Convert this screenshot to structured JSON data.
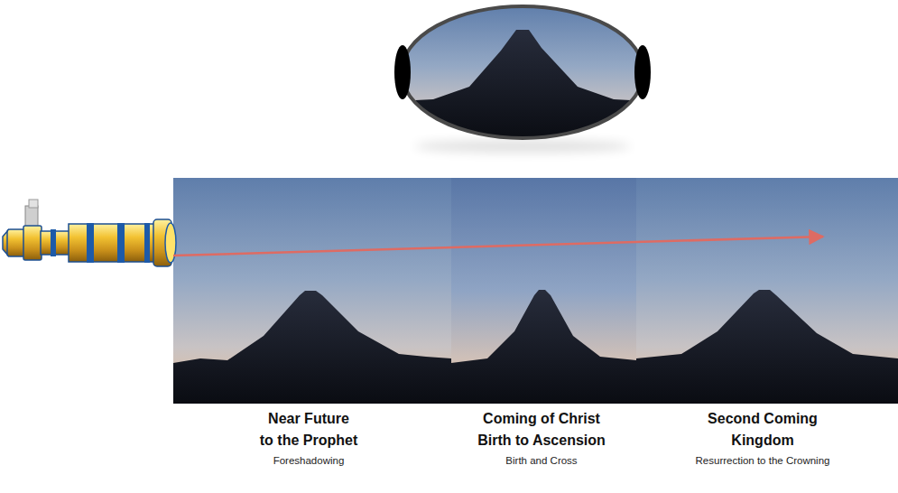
{
  "diagram": {
    "nodes": [
      {
        "text": [
          "Near Future to the Prophet",
          "Foreshadowing"
        ]
      },
      {
        "text": [
          "Coming of Christ Birth to Ascension",
          "Birth and Cross"
        ]
      },
      {
        "text": [
          "Second Coming Kingdom",
          "Resurrection to the Crowning"
        ]
      }
    ]
  }
}
